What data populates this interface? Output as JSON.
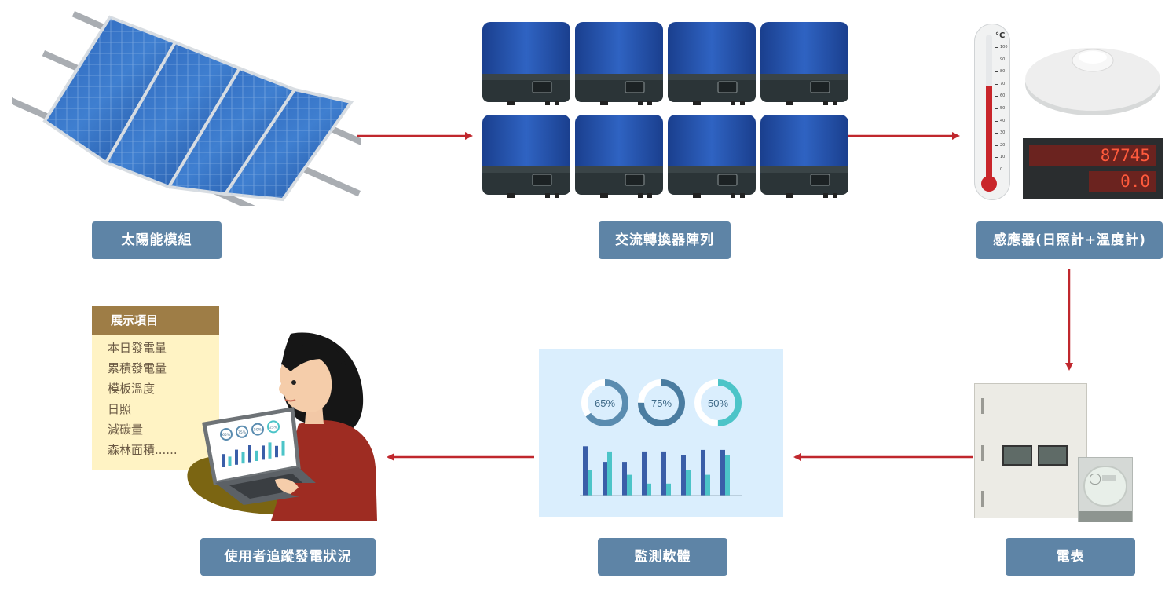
{
  "nodes": {
    "solar": {
      "label": "太陽能模組"
    },
    "inverter": {
      "label": "交流轉換器陣列"
    },
    "sensor": {
      "label": "感應器(日照計+溫度計)"
    },
    "meter": {
      "label": "電表"
    },
    "software": {
      "label": "監測軟體"
    },
    "user": {
      "label": "使用者追蹤發電狀況"
    }
  },
  "thermometer": {
    "unit": "°C",
    "ticks": [
      "100",
      "90",
      "80",
      "70",
      "60",
      "50",
      "40",
      "30",
      "20",
      "10",
      "0"
    ]
  },
  "sensor_display": {
    "reading1": "87745",
    "reading2": "0.0"
  },
  "display_items": {
    "title": "展示項目",
    "items": [
      "本日發電量",
      "累積發電量",
      "模板溫度",
      "日照",
      "減碳量",
      "森林面積......"
    ]
  },
  "gauges": [
    {
      "value": 65,
      "label": "65%",
      "color": "#5a8cb0"
    },
    {
      "value": 75,
      "label": "75%",
      "color": "#4a7ca0"
    },
    {
      "value": 50,
      "label": "50%",
      "color": "#4cc4c8"
    }
  ],
  "bar_chart": {
    "series": [
      {
        "values": [
          0.95,
          0.65,
          0.65,
          0.85,
          0.85,
          0.78,
          0.88,
          0.88
        ],
        "color": "#3a5ea8"
      },
      {
        "values": [
          0.5,
          0.85,
          0.4,
          0.23,
          0.23,
          0.5,
          0.4,
          0.78
        ],
        "color": "#4cc4c8"
      }
    ]
  },
  "laptop_gauges": [
    "65%",
    "75%",
    "50%",
    "25%"
  ],
  "colors": {
    "arrow": "#c0272d",
    "label_bg": "#5e84a6"
  }
}
